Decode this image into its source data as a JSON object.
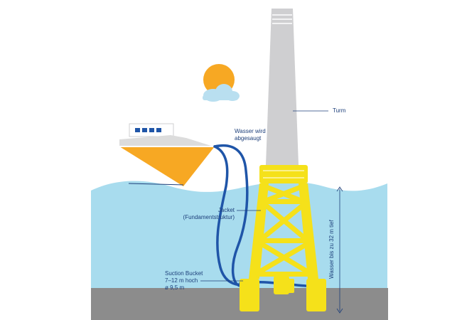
{
  "labels": {
    "tower": "Turm",
    "water_suction": [
      "Wasser wird",
      "abgesaugt"
    ],
    "jacket": [
      "Jacket",
      "(Fundamentstruktur)"
    ],
    "suction_bucket": [
      "Suction Bucket",
      "7–12 m hoch",
      "ø 9,5 m"
    ],
    "water_depth": "Wasser bis zu 32 m tief"
  },
  "colors": {
    "sea": "#a8dcee",
    "seabed": "#8c8c8c",
    "tower": "#cfcfd1",
    "jacket": "#f5e11a",
    "sun": "#f7a823",
    "cloud": "#b9dff0",
    "ship_hull": "#f7a823",
    "hose": "#1f55a8",
    "label": "#1d3f7a"
  }
}
